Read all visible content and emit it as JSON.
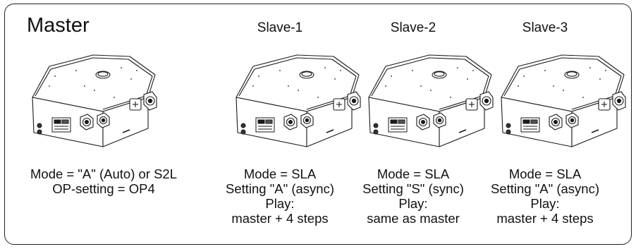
{
  "units": [
    {
      "title": "Master",
      "lines": [
        "Mode = \"A\" (Auto) or S2L",
        "OP-setting = OP4"
      ]
    },
    {
      "title": "Slave-1",
      "lines": [
        "Mode = SLA",
        "Setting \"A\" (async)",
        "Play:",
        "master + 4 steps"
      ]
    },
    {
      "title": "Slave-2",
      "lines": [
        "Mode = SLA",
        "Setting \"S\" (sync)",
        "Play:",
        "same as master"
      ]
    },
    {
      "title": "Slave-3",
      "lines": [
        "Mode = SLA",
        "Setting \"A\" (async)",
        "Play:",
        "master + 4 steps"
      ]
    }
  ]
}
